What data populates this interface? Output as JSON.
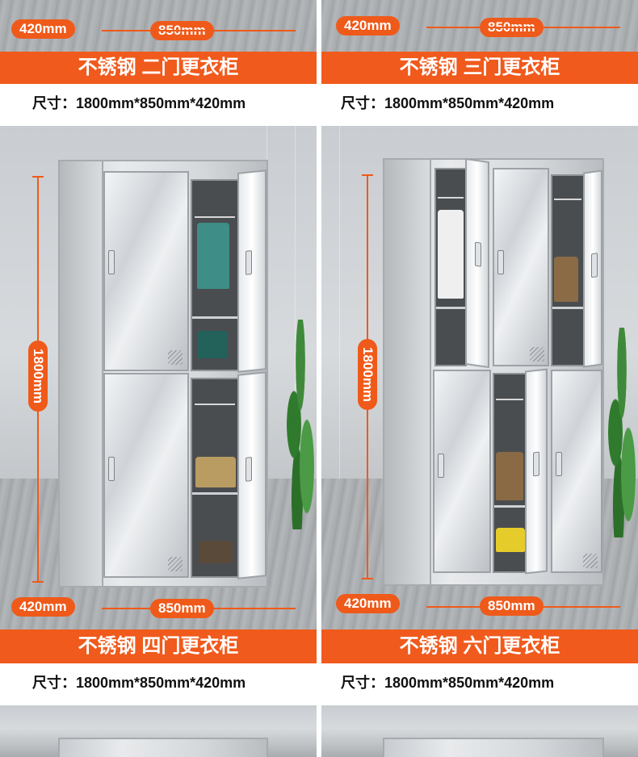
{
  "top_left": {
    "depth_label": "420mm",
    "width_label": "850mm",
    "title": "不锈钢 二门更衣柜",
    "spec": "尺寸：1800mm*850mm*420mm"
  },
  "top_right": {
    "depth_label": "420mm",
    "width_label": "850mm",
    "title": "不锈钢 三门更衣柜",
    "spec": "尺寸：1800mm*850mm*420mm"
  },
  "mid_left": {
    "height_label": "1800mm",
    "depth_label": "420mm",
    "width_label": "850mm",
    "title": "不锈钢 四门更衣柜",
    "spec": "尺寸：1800mm*850mm*420mm"
  },
  "mid_right": {
    "height_label": "1800mm",
    "depth_label": "420mm",
    "width_label": "850mm",
    "title": "不锈钢 六门更衣柜",
    "spec": "尺寸：1800mm*850mm*420mm"
  },
  "colors": {
    "accent": "#f05a1c",
    "text_dark": "#111111"
  }
}
